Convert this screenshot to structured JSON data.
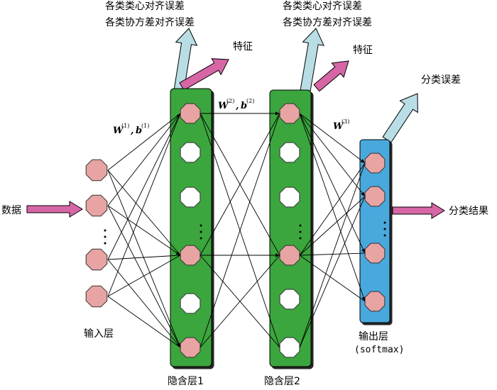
{
  "colors": {
    "hidden_layer": "#3aa63e",
    "output_layer": "#4aa8dc",
    "neuron_pink": "#e8a3a3",
    "neuron_white": "#ffffff",
    "arrow_pink": "#d766a6",
    "arrow_lightblue": "#b8dde5",
    "edge": "#000000"
  },
  "labels": {
    "input_data": "数据",
    "input_layer": "输入层",
    "hidden1": "隐含层1",
    "hidden2": "隐含层2",
    "output_layer": "输出层",
    "output_sub": "(softmax)",
    "result": "分类结果",
    "h1_align_line1": "各类类心对齐误差",
    "h1_align_line2": "各类协方差对齐误差",
    "h1_feature": "特征",
    "h2_align_line1": "各类类心对齐误差",
    "h2_align_line2": "各类协方差对齐误差",
    "h2_feature": "特征",
    "class_error": "分类误差",
    "w1_main": "W",
    "w1_sup": "(1)",
    "b1_main": "b",
    "b1_sup": "(1)",
    "w2_main": "W",
    "w2_sup": "(2)",
    "b2_main": "b",
    "b2_sup": "(2)",
    "w3_main": "W",
    "w3_sup": "(3)",
    "comma": ","
  }
}
